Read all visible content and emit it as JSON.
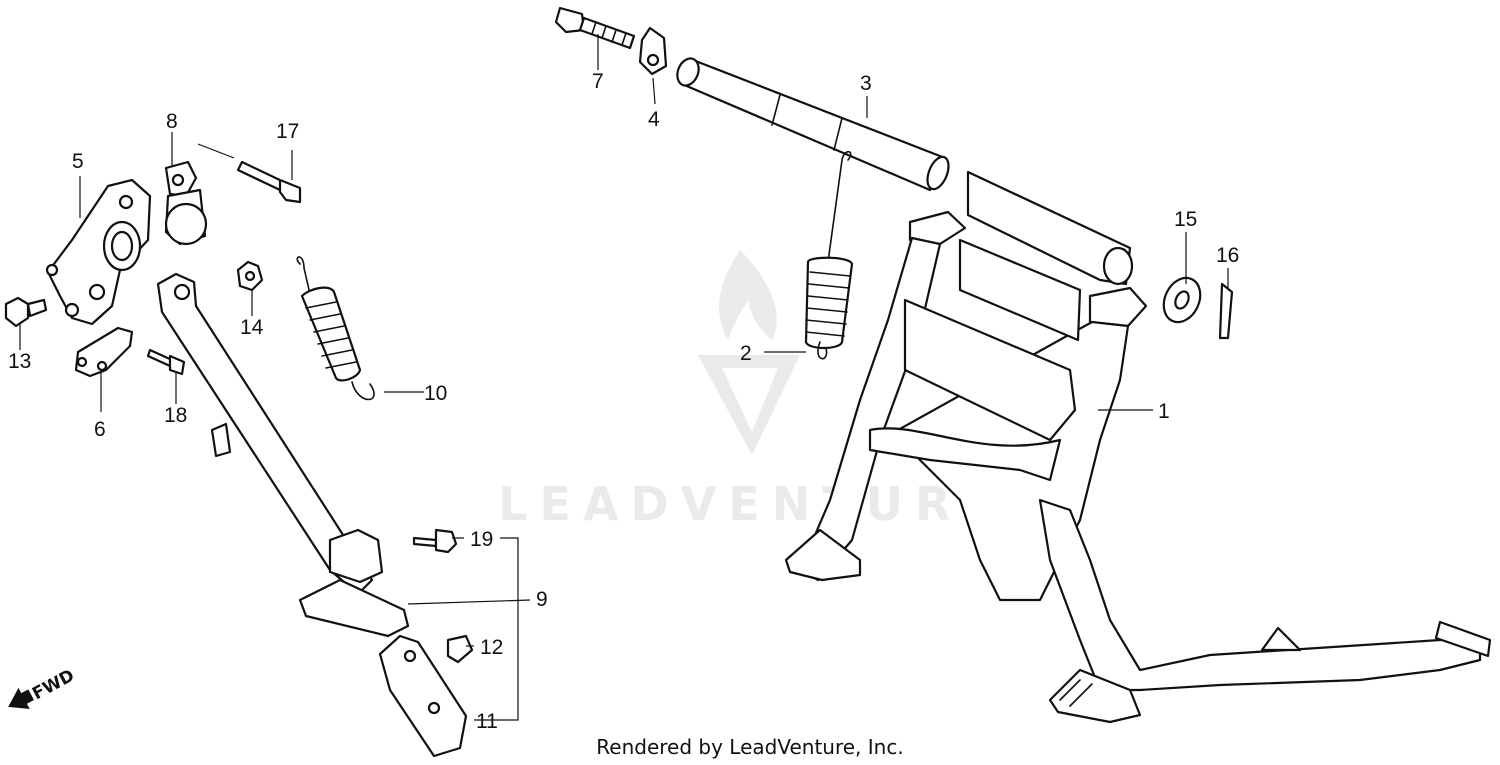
{
  "diagram": {
    "callouts": [
      {
        "id": "1",
        "label": "1"
      },
      {
        "id": "2",
        "label": "2"
      },
      {
        "id": "3",
        "label": "3"
      },
      {
        "id": "4",
        "label": "4"
      },
      {
        "id": "5",
        "label": "5"
      },
      {
        "id": "6",
        "label": "6"
      },
      {
        "id": "7",
        "label": "7"
      },
      {
        "id": "8",
        "label": "8"
      },
      {
        "id": "9",
        "label": "9"
      },
      {
        "id": "10",
        "label": "10"
      },
      {
        "id": "11",
        "label": "11"
      },
      {
        "id": "12",
        "label": "12"
      },
      {
        "id": "13",
        "label": "13"
      },
      {
        "id": "14",
        "label": "14"
      },
      {
        "id": "15",
        "label": "15"
      },
      {
        "id": "16",
        "label": "16"
      },
      {
        "id": "17",
        "label": "17"
      },
      {
        "id": "18",
        "label": "18"
      },
      {
        "id": "19",
        "label": "19"
      }
    ],
    "direction_label": "FWD"
  },
  "watermark": {
    "text": "LEADVENTURE",
    "color": "#d9d9d9"
  },
  "footer": {
    "credit": "Rendered by LeadVenture, Inc."
  }
}
